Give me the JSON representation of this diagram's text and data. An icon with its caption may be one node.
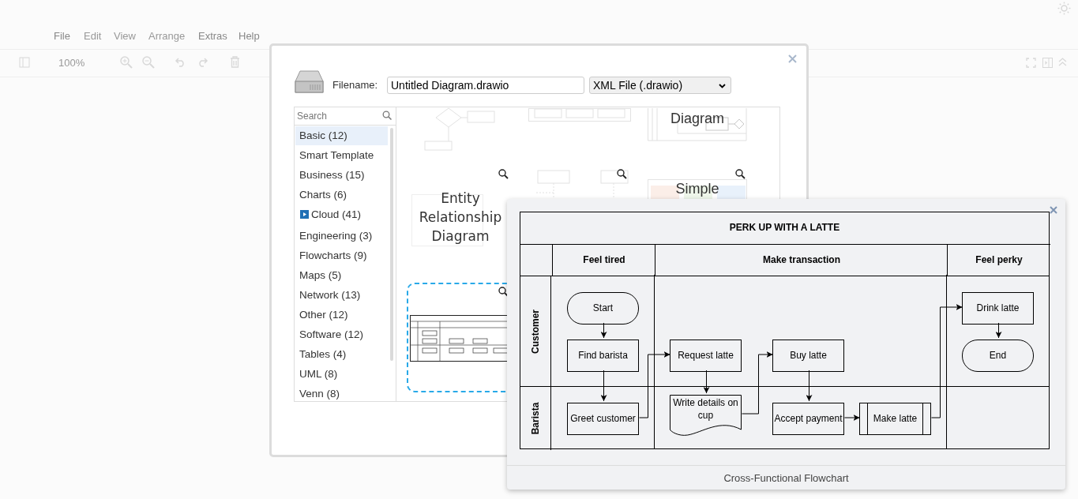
{
  "diagram": {
    "nodes": [
      {
        "text": [
          "PERK UP WITH A LATTE"
        ]
      },
      {
        "text": [
          "Customer"
        ],
        "in": 0
      },
      {
        "text": [
          "Barista"
        ],
        "in": 0
      },
      {
        "text": [
          "Feel tired"
        ],
        "in": 0
      },
      {
        "text": [
          "Make transaction"
        ],
        "in": 0
      },
      {
        "text": [
          "Feel perky"
        ],
        "in": 0
      },
      {
        "text": [
          "Start"
        ],
        "in": 1
      },
      {
        "text": [
          "Find barista"
        ],
        "in": 1
      },
      {
        "text": [
          "Greet customer"
        ],
        "in": 2
      },
      {
        "text": [
          "Request latte"
        ],
        "in": 1
      },
      {
        "text": [
          "Write details on cup"
        ],
        "in": 2
      },
      {
        "text": [
          "Buy latte"
        ],
        "in": 1
      },
      {
        "text": [
          "Accept payment"
        ],
        "in": 2
      },
      {
        "text": [
          "Make latte"
        ],
        "in": 2
      },
      {
        "text": [
          "Drink latte"
        ],
        "in": 1
      },
      {
        "text": [
          "End"
        ],
        "in": 1
      }
    ],
    "edges": [
      {
        "from": 6,
        "to": 7,
        "arrow": "to"
      },
      {
        "from": 7,
        "to": 8,
        "arrow": "to"
      },
      {
        "from": 8,
        "to": 9,
        "arrow": "to"
      },
      {
        "from": 9,
        "to": 10,
        "arrow": "to"
      },
      {
        "from": 10,
        "to": 11,
        "arrow": "to"
      },
      {
        "from": 11,
        "to": 12,
        "arrow": "to"
      },
      {
        "from": 12,
        "to": 13,
        "arrow": "to"
      },
      {
        "from": 13,
        "to": 14,
        "arrow": "to"
      },
      {
        "from": 14,
        "to": 15,
        "arrow": "to"
      }
    ],
    "labels": [
      "File",
      "Edit",
      "View",
      "Arrange",
      "Extras",
      "Help",
      "100%",
      "Filename:",
      "Untitled Diagram.drawio",
      "XML File (.drawio)",
      "Search",
      "Basic (12)",
      "Smart Template",
      "Business (15)",
      "Charts (6)",
      "Cloud (41)",
      "Engineering (3)",
      "Flowcharts (9)",
      "Maps (5)",
      "Network (13)",
      "Other (12)",
      "Software (12)",
      "Tables (4)",
      "UML (8)",
      "Venn (8)",
      "Diagram",
      "Entity Relationship Diagram",
      "Simple",
      "Cross-Functional Flowchart"
    ]
  }
}
